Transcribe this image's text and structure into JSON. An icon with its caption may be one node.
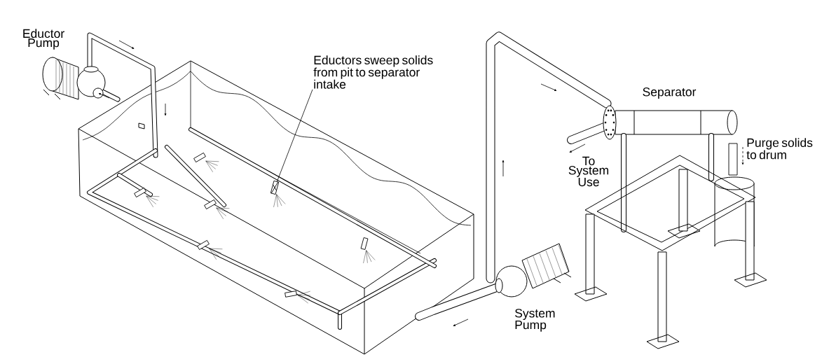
{
  "diagram": {
    "nodes": [
      {
        "text": [
          "Eductor Pump"
        ]
      },
      {
        "text": [
          "Eductors sweep solids from pit to separator intake"
        ]
      },
      {
        "text": [],
        "shape": "picture"
      },
      {
        "text": [
          "Separator"
        ]
      },
      {
        "text": [
          "To System Use"
        ]
      },
      {
        "text": [
          "Purge solids to drum"
        ]
      },
      {
        "text": [
          "System Pump"
        ]
      }
    ],
    "edges": [
      {
        "from": 1,
        "to": 2,
        "arrow": "none"
      }
    ]
  }
}
